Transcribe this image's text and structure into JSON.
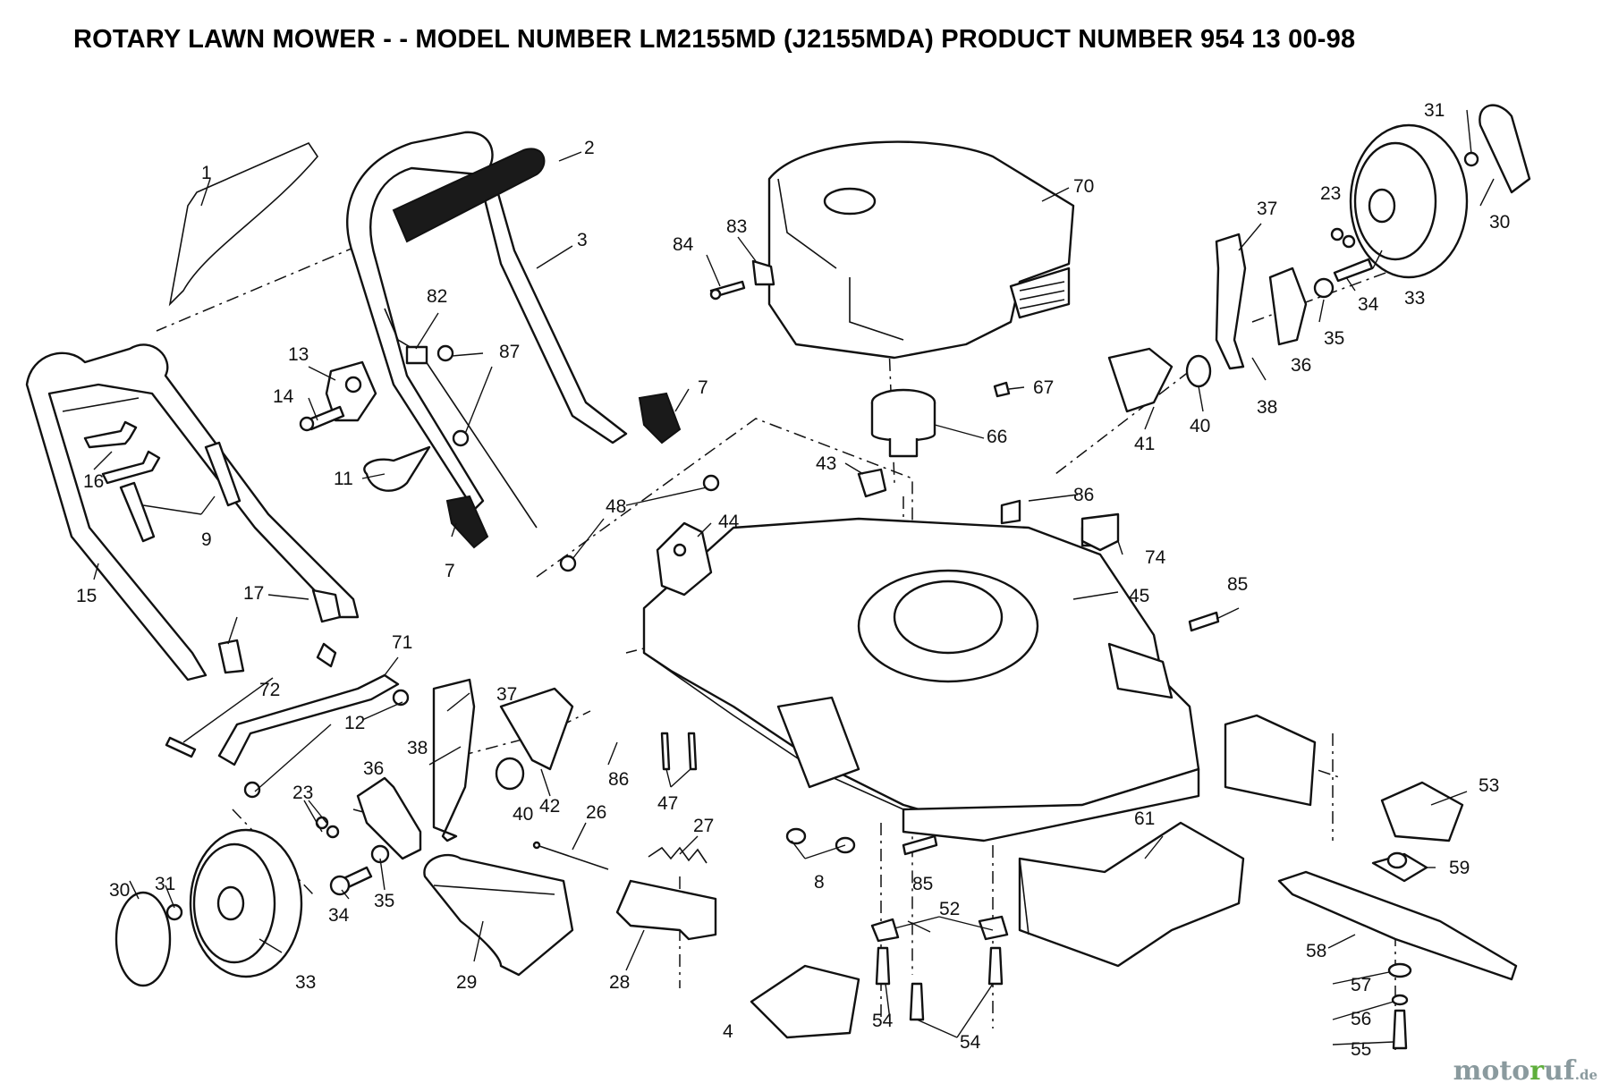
{
  "title": "ROTARY LAWN MOWER - - MODEL NUMBER LM2155MD (J2155MDA)  PRODUCT NUMBER  954 13 00-98",
  "callouts": [
    {
      "label": "1"
    },
    {
      "label": "2"
    },
    {
      "label": "3"
    },
    {
      "label": "4"
    },
    {
      "label": "7"
    },
    {
      "label": "7"
    },
    {
      "label": "8"
    },
    {
      "label": "9"
    },
    {
      "label": "11"
    },
    {
      "label": "12"
    },
    {
      "label": "13"
    },
    {
      "label": "14"
    },
    {
      "label": "15"
    },
    {
      "label": "16"
    },
    {
      "label": "17"
    },
    {
      "label": "23"
    },
    {
      "label": "23"
    },
    {
      "label": "26"
    },
    {
      "label": "27"
    },
    {
      "label": "28"
    },
    {
      "label": "29"
    },
    {
      "label": "30"
    },
    {
      "label": "30"
    },
    {
      "label": "31"
    },
    {
      "label": "31"
    },
    {
      "label": "33"
    },
    {
      "label": "33"
    },
    {
      "label": "34"
    },
    {
      "label": "34"
    },
    {
      "label": "35"
    },
    {
      "label": "35"
    },
    {
      "label": "36"
    },
    {
      "label": "36"
    },
    {
      "label": "37"
    },
    {
      "label": "37"
    },
    {
      "label": "38"
    },
    {
      "label": "38"
    },
    {
      "label": "40"
    },
    {
      "label": "40"
    },
    {
      "label": "41"
    },
    {
      "label": "42"
    },
    {
      "label": "43"
    },
    {
      "label": "44"
    },
    {
      "label": "45"
    },
    {
      "label": "47"
    },
    {
      "label": "48"
    },
    {
      "label": "52"
    },
    {
      "label": "53"
    },
    {
      "label": "54"
    },
    {
      "label": "54"
    },
    {
      "label": "55"
    },
    {
      "label": "56"
    },
    {
      "label": "57"
    },
    {
      "label": "58"
    },
    {
      "label": "59"
    },
    {
      "label": "61"
    },
    {
      "label": "66"
    },
    {
      "label": "67"
    },
    {
      "label": "70"
    },
    {
      "label": "71"
    },
    {
      "label": "72"
    },
    {
      "label": "74"
    },
    {
      "label": "82"
    },
    {
      "label": "83"
    },
    {
      "label": "84"
    },
    {
      "label": "85"
    },
    {
      "label": "85"
    },
    {
      "label": "86"
    },
    {
      "label": "86"
    },
    {
      "label": "87"
    }
  ],
  "watermark": {
    "main": "moto",
    "accent": "r",
    "rest": "uf",
    "tld": ".de"
  }
}
